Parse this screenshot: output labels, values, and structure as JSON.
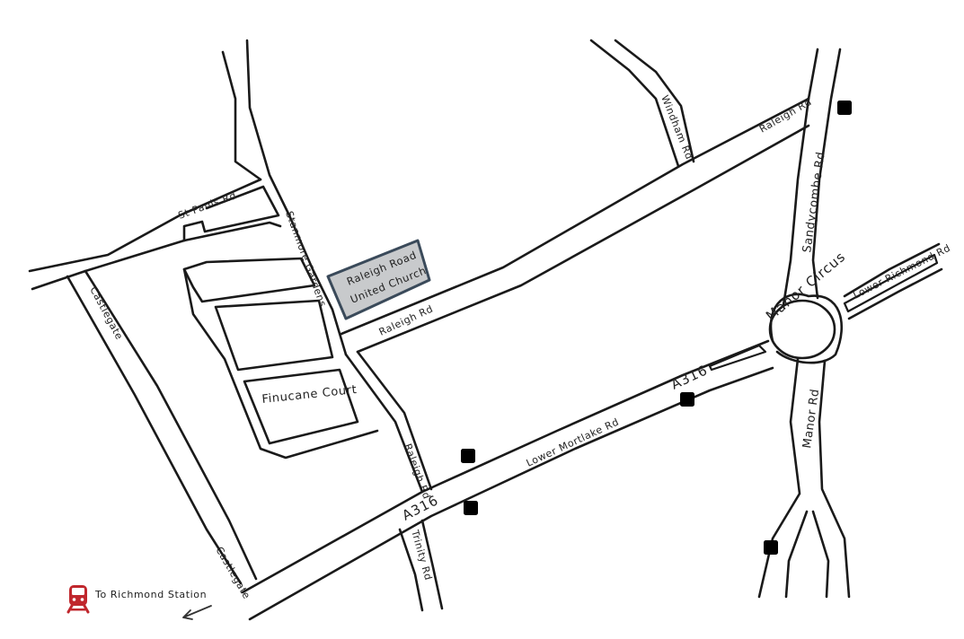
{
  "map": {
    "streets": {
      "st_pauls_rd": "St Pauls Rd",
      "stanmore_gardens": "Stanmore Gardens",
      "castlegate_north": "Castlegate",
      "castlegate_south": "Castlegate",
      "raleigh_rd_upper": "Raleigh Rd",
      "raleigh_rd_middle": "Raleigh Rd",
      "raleigh_rd_south": "Raleigh Rd",
      "windham_rd": "Windham Rd",
      "sandycombe_rd": "Sandycombe Rd",
      "lower_richmond_rd": "Lower Richmond Rd",
      "manor_circus": "Manor Circus",
      "manor_rd": "Manor Rd",
      "lower_mortlake_rd": "Lower Mortlake Rd",
      "a316_east": "A316",
      "a316_west": "A316",
      "trinity_rd": "Trinity Rd"
    },
    "places": {
      "church_line1": "Raleigh Road",
      "church_line2": "United Church",
      "finucane_court": "Finucane Court"
    },
    "station": {
      "label": "To Richmond Station",
      "icon": "train-icon"
    },
    "bus_stop_icon": "bus-icon",
    "colors": {
      "bus_stop": "#3d8fe0",
      "station": "#c0272d",
      "church_fill": "#c8cacc",
      "church_outline": "#3a4a5a"
    }
  }
}
